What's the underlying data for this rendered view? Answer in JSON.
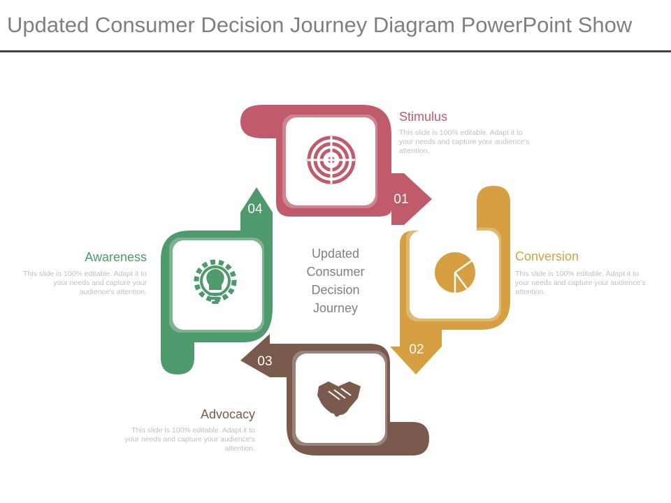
{
  "page": {
    "title": "Updated Consumer Decision Journey Diagram PowerPoint Show"
  },
  "colors": {
    "stimulus": "#c05b6b",
    "conversion": "#d6a042",
    "advocacy": "#7a5a4c",
    "awareness": "#4e9a6c",
    "text_gray": "#7f7f7f",
    "desc_gray": "#bfbfbf",
    "rule": "#404040"
  },
  "center": {
    "lines": [
      "Updated",
      "Consumer",
      "Decision",
      "Journey"
    ]
  },
  "stages": [
    {
      "id": "stimulus",
      "number": "01",
      "title": "Stimulus",
      "icon": "target-icon",
      "description": "This slide is 100% editable. Adapt it to your needs and capture your audience's attention."
    },
    {
      "id": "conversion",
      "number": "02",
      "title": "Conversion",
      "icon": "pie-chart-icon",
      "description": "This slide is 100% editable. Adapt it to your needs and capture your audience's attention."
    },
    {
      "id": "advocacy",
      "number": "03",
      "title": "Advocacy",
      "icon": "handshake-icon",
      "description": "This slide is 100% editable. Adapt it to your needs and capture your audience's attention."
    },
    {
      "id": "awareness",
      "number": "04",
      "title": "Awareness",
      "icon": "lightbulb-gear-icon",
      "description": "This slide is 100% editable. Adapt it to your needs and capture your audience's attention."
    }
  ]
}
